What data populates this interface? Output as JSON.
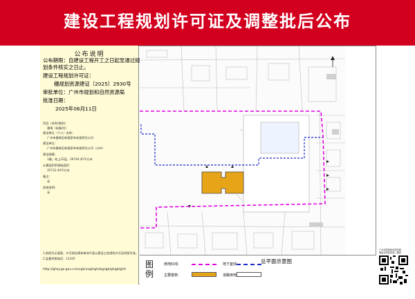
{
  "banner": {
    "title": "建设工程规划许可证及调整批后公布"
  },
  "notice": {
    "heading": "公布说明",
    "period_label": "公布期限：",
    "period_text_1": "自建设工程开工之日起至通过规",
    "period_text_2": "划条件核实之日止。",
    "permit_no_label": "建设工程规划许可证：",
    "permit_no": "穗规划资源建证〔2025〕2930号",
    "approver_label": "审批单位：",
    "approver": "广州市规划和自然资源局",
    "date_label": "批准日期：",
    "date": "2025年06月11日",
    "details": [
      "项目（名称/规划）：",
      "番禺（街镇/村）",
      "建设单位（个人）名称：",
      "广州市番禺区新德家车有限责任公司",
      "建设单位：",
      "广州市番禺区新德家车有限责任公司（公布）",
      "建设规模：",
      "1幢，地上22层，39749.45平方米",
      "计算容积率建筑面积：",
      "35732.40平方米",
      "备注：",
      "无",
      "其他说明：",
      "无"
    ],
    "notes": [
      "1.依照为示意图，许可规定建筑单体平面以建设工程规划许可证附图为准。",
      "2.监督举报电话：12345"
    ],
    "url": "http://ghzy.gz.gov.cn/xxgk/xxgk/ghzkgsgb/ghgb/ght/"
  },
  "legend": {
    "title": "图例",
    "caption": "总平面示意图",
    "items": [
      {
        "label": "用地红线："
      },
      {
        "label": "地下室线："
      },
      {
        "label": "主要建筑："
      },
      {
        "label": "道路用地："
      }
    ]
  },
  "qr": {
    "caption_1": "广州市规划和自然资源",
    "caption_2": "局官方网站查阅二维码"
  },
  "colors": {
    "banner_red": "#d2001e",
    "notice_bg": "#fefbd6",
    "site_line": "#e000e0",
    "basement_line": "#1a2ac8",
    "building": "#e8a418"
  }
}
